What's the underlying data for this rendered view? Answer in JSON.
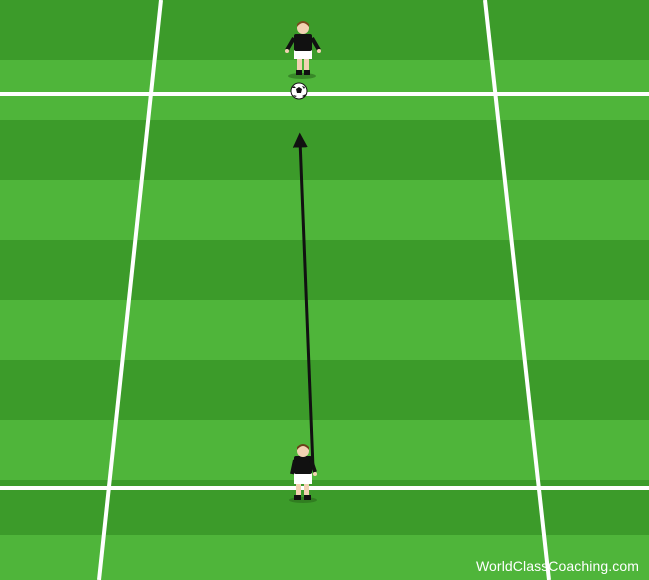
{
  "diagram": {
    "type": "soccer-drill",
    "pitch": {
      "stripe_light": "#4fb53a",
      "stripe_dark": "#3c9b2a",
      "line_color": "#ffffff"
    },
    "players": [
      {
        "id": "player-top",
        "kit_shirt": "#111111",
        "kit_shorts": "#ffffff",
        "hair": "#7a4a1e",
        "facing": "down"
      },
      {
        "id": "player-bottom",
        "kit_shirt": "#111111",
        "kit_shorts": "#ffffff",
        "hair": "#6b4018",
        "facing": "up"
      }
    ],
    "ball": {
      "colors": [
        "#ffffff",
        "#111111"
      ]
    },
    "arrow": {
      "meaning": "pass",
      "direction": "up",
      "color": "#111111"
    }
  },
  "watermark": "WorldClassCoaching.com"
}
